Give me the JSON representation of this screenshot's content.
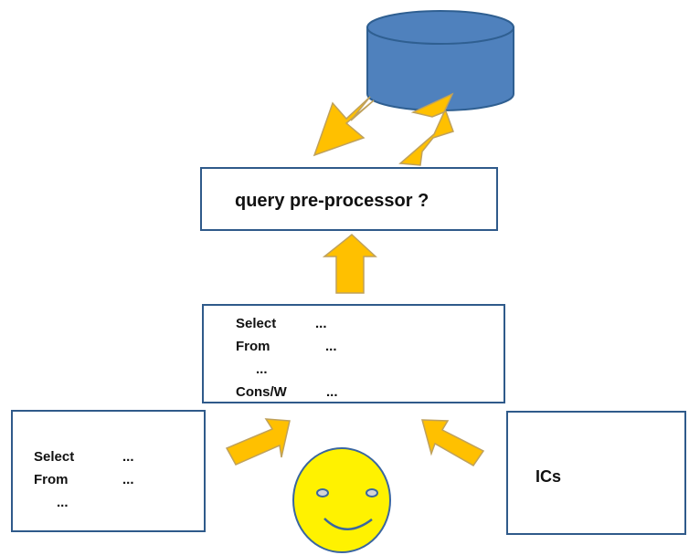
{
  "colors": {
    "database_fill": "#4F81BD",
    "database_stroke": "#2F5F91",
    "arrow_fill": "#FFC000",
    "arrow_stroke": "#BFA15C",
    "box_stroke": "#2F5A8A",
    "face_fill": "#FFF200",
    "face_stroke": "#3A66A0",
    "face_eye_fill": "#D5D5D5"
  },
  "preprocessor_box": {
    "label": "query pre-processor ?"
  },
  "query_box": {
    "lines": [
      [
        "Select",
        "..."
      ],
      [
        "From",
        "..."
      ],
      [
        "",
        "..."
      ],
      [
        "Cons/W",
        "..."
      ]
    ]
  },
  "input_query_box": {
    "lines": [
      [
        "Select",
        "..."
      ],
      [
        "From",
        "..."
      ],
      [
        "",
        "..."
      ]
    ]
  },
  "ics_box": {
    "label": "ICs"
  },
  "icons": {
    "database": "database-cylinder-icon",
    "user": "smiley-face-icon"
  }
}
